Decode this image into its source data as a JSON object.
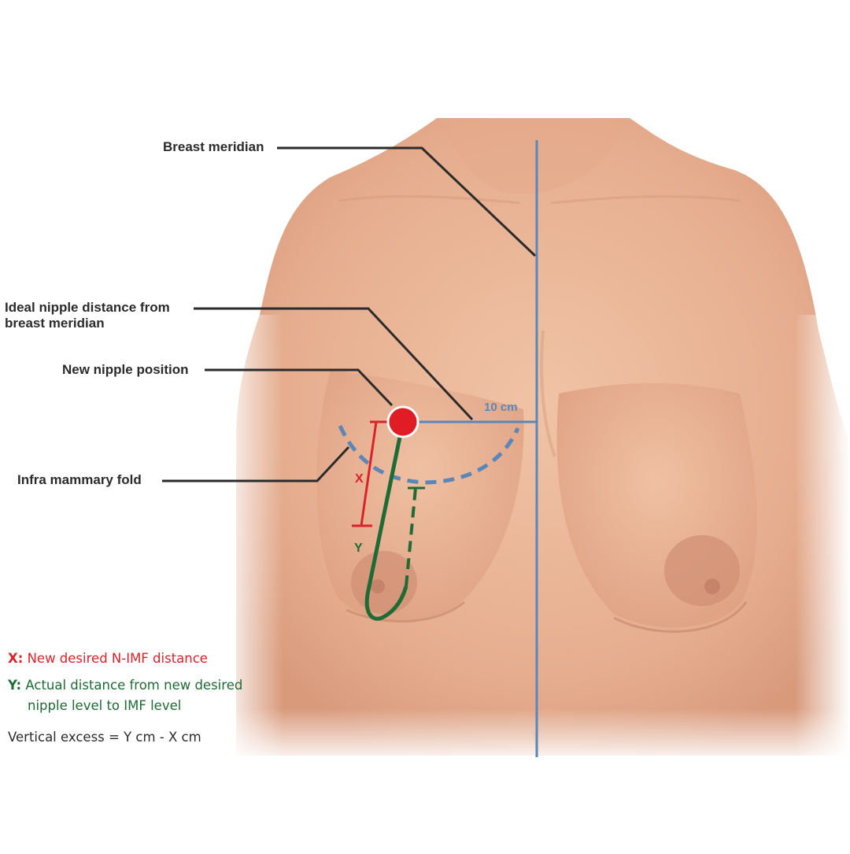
{
  "labels": {
    "breast_meridian": "Breast meridian",
    "ideal_distance_line1": "Ideal nipple distance from",
    "ideal_distance_line2": "breast meridian",
    "new_nipple_position": "New nipple position",
    "infra_mammary_fold": "Infra mammary fold",
    "distance_value": "10 cm",
    "x_marker": "X",
    "y_marker": "Y"
  },
  "legend": {
    "x_key": "X:",
    "x_text": "New desired N-IMF distance",
    "y_key": "Y:",
    "y_text_line1": "Actual distance from new desired",
    "y_text_line2": "nipple level to IMF level",
    "formula": "Vertical excess = Y cm - X cm"
  },
  "colors": {
    "skin": "#e9b596",
    "skin_shadow": "#d99a7c",
    "meridian_blue": "#5b86b8",
    "x_red": "#d9232b",
    "y_green": "#1f6b35",
    "leader": "#2b2b2b"
  }
}
